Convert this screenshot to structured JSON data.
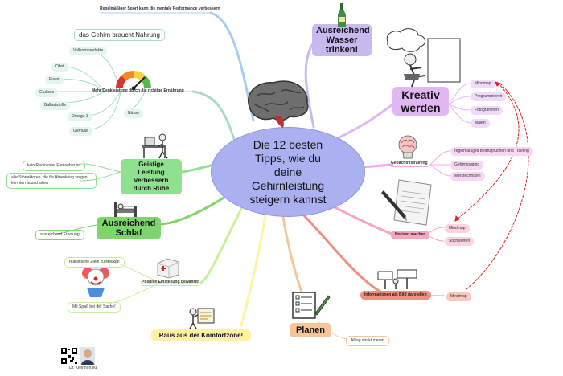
{
  "center": {
    "title": "Die 12 besten\nTipps, wie du\ndeine\nGehirnleistung\nsteigern kannst"
  },
  "branches": {
    "sport": "Regelmäßiger Sport kann die mentale Performance verbessern",
    "nahrung": {
      "title": "das Gehirn braucht Nahrung",
      "main": "Mehr Denkleistung durch die richtige Ernährung",
      "items": [
        "Vollkornprodukte",
        "Obst",
        "Eisen",
        "Glukose",
        "Ballaststoffe",
        "Omega-3",
        "Nüsse",
        "Gemüse"
      ]
    },
    "ruhe": {
      "title": "Geistige Leistung verbessern durch Ruhe",
      "items": [
        "kein Radio oder Fernseher an",
        "alle Störfaktoren, die für Ablenkung sorgen könnten ausschalten"
      ]
    },
    "schlaf": {
      "title": "Ausreichend Schlaf",
      "items": [
        "ausreichend Erholung"
      ]
    },
    "positiv": {
      "title": "Positive Einstellung bewahren",
      "items": [
        "realistische Ziele zu stecken",
        "Mit Spaß bei der Sache!"
      ]
    },
    "komfort": {
      "title": "Raus aus der Komfortzone!"
    },
    "planen": {
      "title": "Planen",
      "items": [
        "Alltag strukturieren"
      ]
    },
    "bild": {
      "title": "Informationen als Bild darstellen",
      "items": [
        "Mindmap"
      ]
    },
    "notizen": {
      "title": "Notizen machen",
      "items": [
        "Mindmap",
        "Stichworten"
      ]
    },
    "gedaechtnis": {
      "title": "Gedächtnistraining",
      "items": [
        "regelmäßiges Beanspruchen und Training",
        "Gehirnjogging",
        "Merktechniken"
      ]
    },
    "kreativ": {
      "title": "Kreativ werden",
      "items": [
        "Mindmap",
        "Programmieren",
        "Fotografieren",
        "Malen"
      ]
    },
    "wasser": {
      "title": "Ausreichend Wasser trinken!"
    }
  },
  "footer": {
    "author": "Dr. Kleinhirn.eu"
  },
  "colors": {
    "sport": "#a8cdf0",
    "nahrung": "#a7dcc7",
    "ruhe": "#8fe08f",
    "schlaf": "#7cd66b",
    "positiv": "#c9ee9c",
    "komfort": "#fff3a3",
    "planen": "#f6c69a",
    "bild": "#f2907f",
    "notizen": "#f6a6bd",
    "gedaechtnis": "#f3a9ec",
    "kreativ": "#e1b7f3",
    "wasser": "#c9b9f0",
    "center": "#aab0f0",
    "dashed": "#e02020"
  }
}
